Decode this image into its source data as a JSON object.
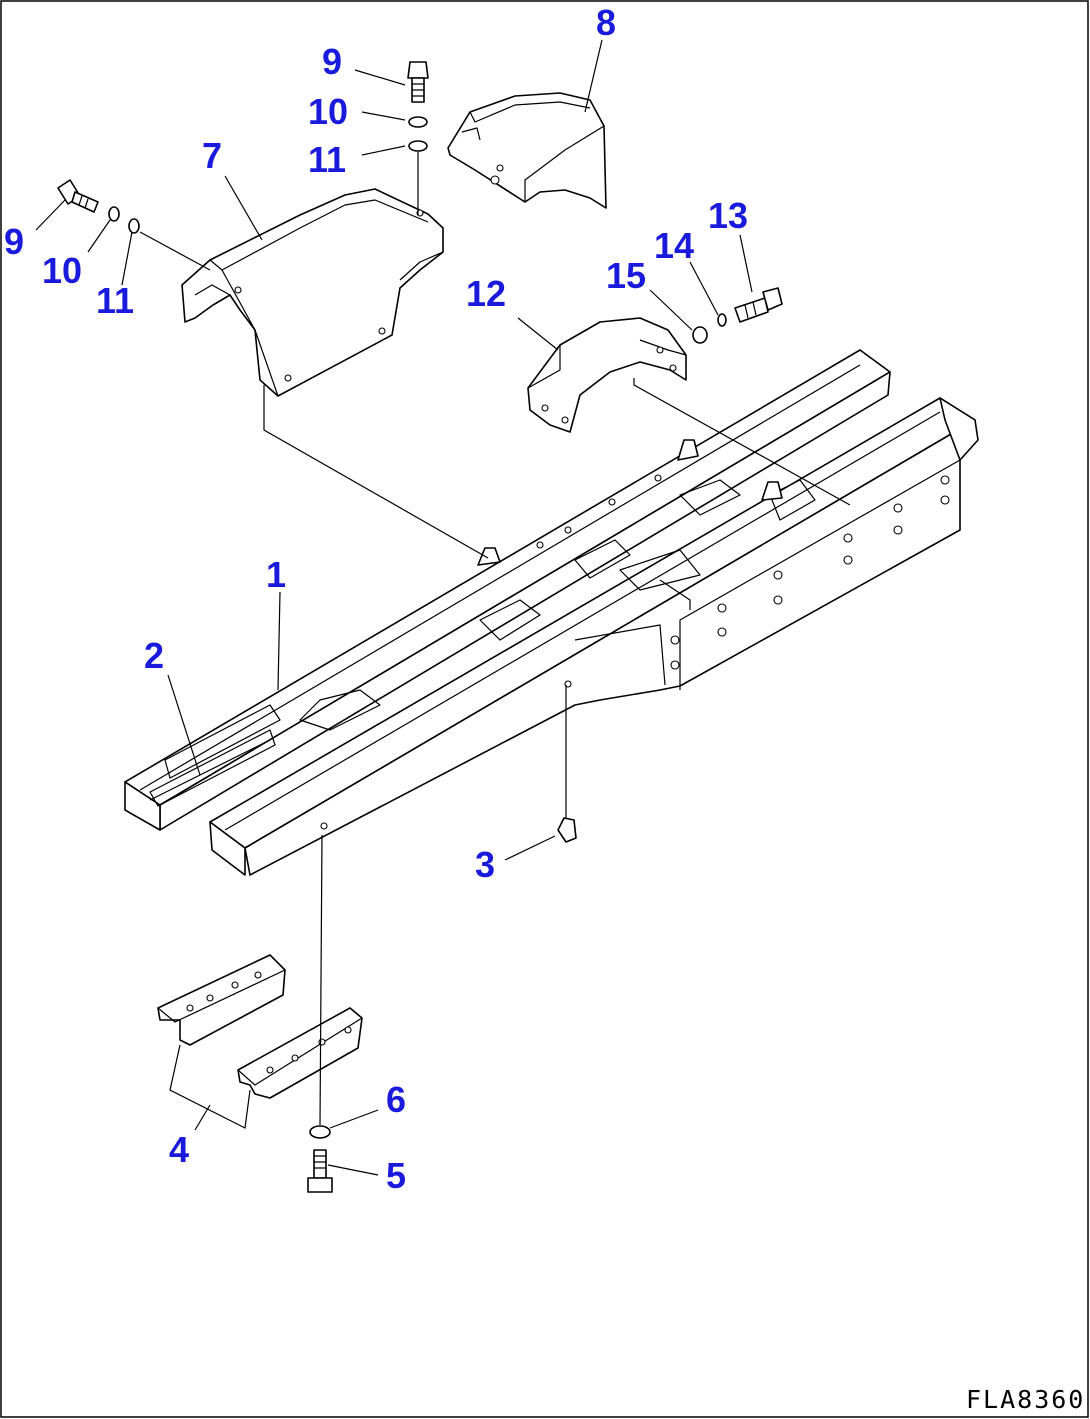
{
  "drawing_code": "FLA8360",
  "callout_color": "#1a1adc",
  "callouts": {
    "c1": "1",
    "c2": "2",
    "c3": "3",
    "c4": "4",
    "c5": "5",
    "c6": "6",
    "c7": "7",
    "c8": "8",
    "c9a": "9",
    "c10a": "10",
    "c11a": "11",
    "c9b": "9",
    "c10b": "10",
    "c11b": "11",
    "c12": "12",
    "c13": "13",
    "c14": "14",
    "c15": "15"
  }
}
